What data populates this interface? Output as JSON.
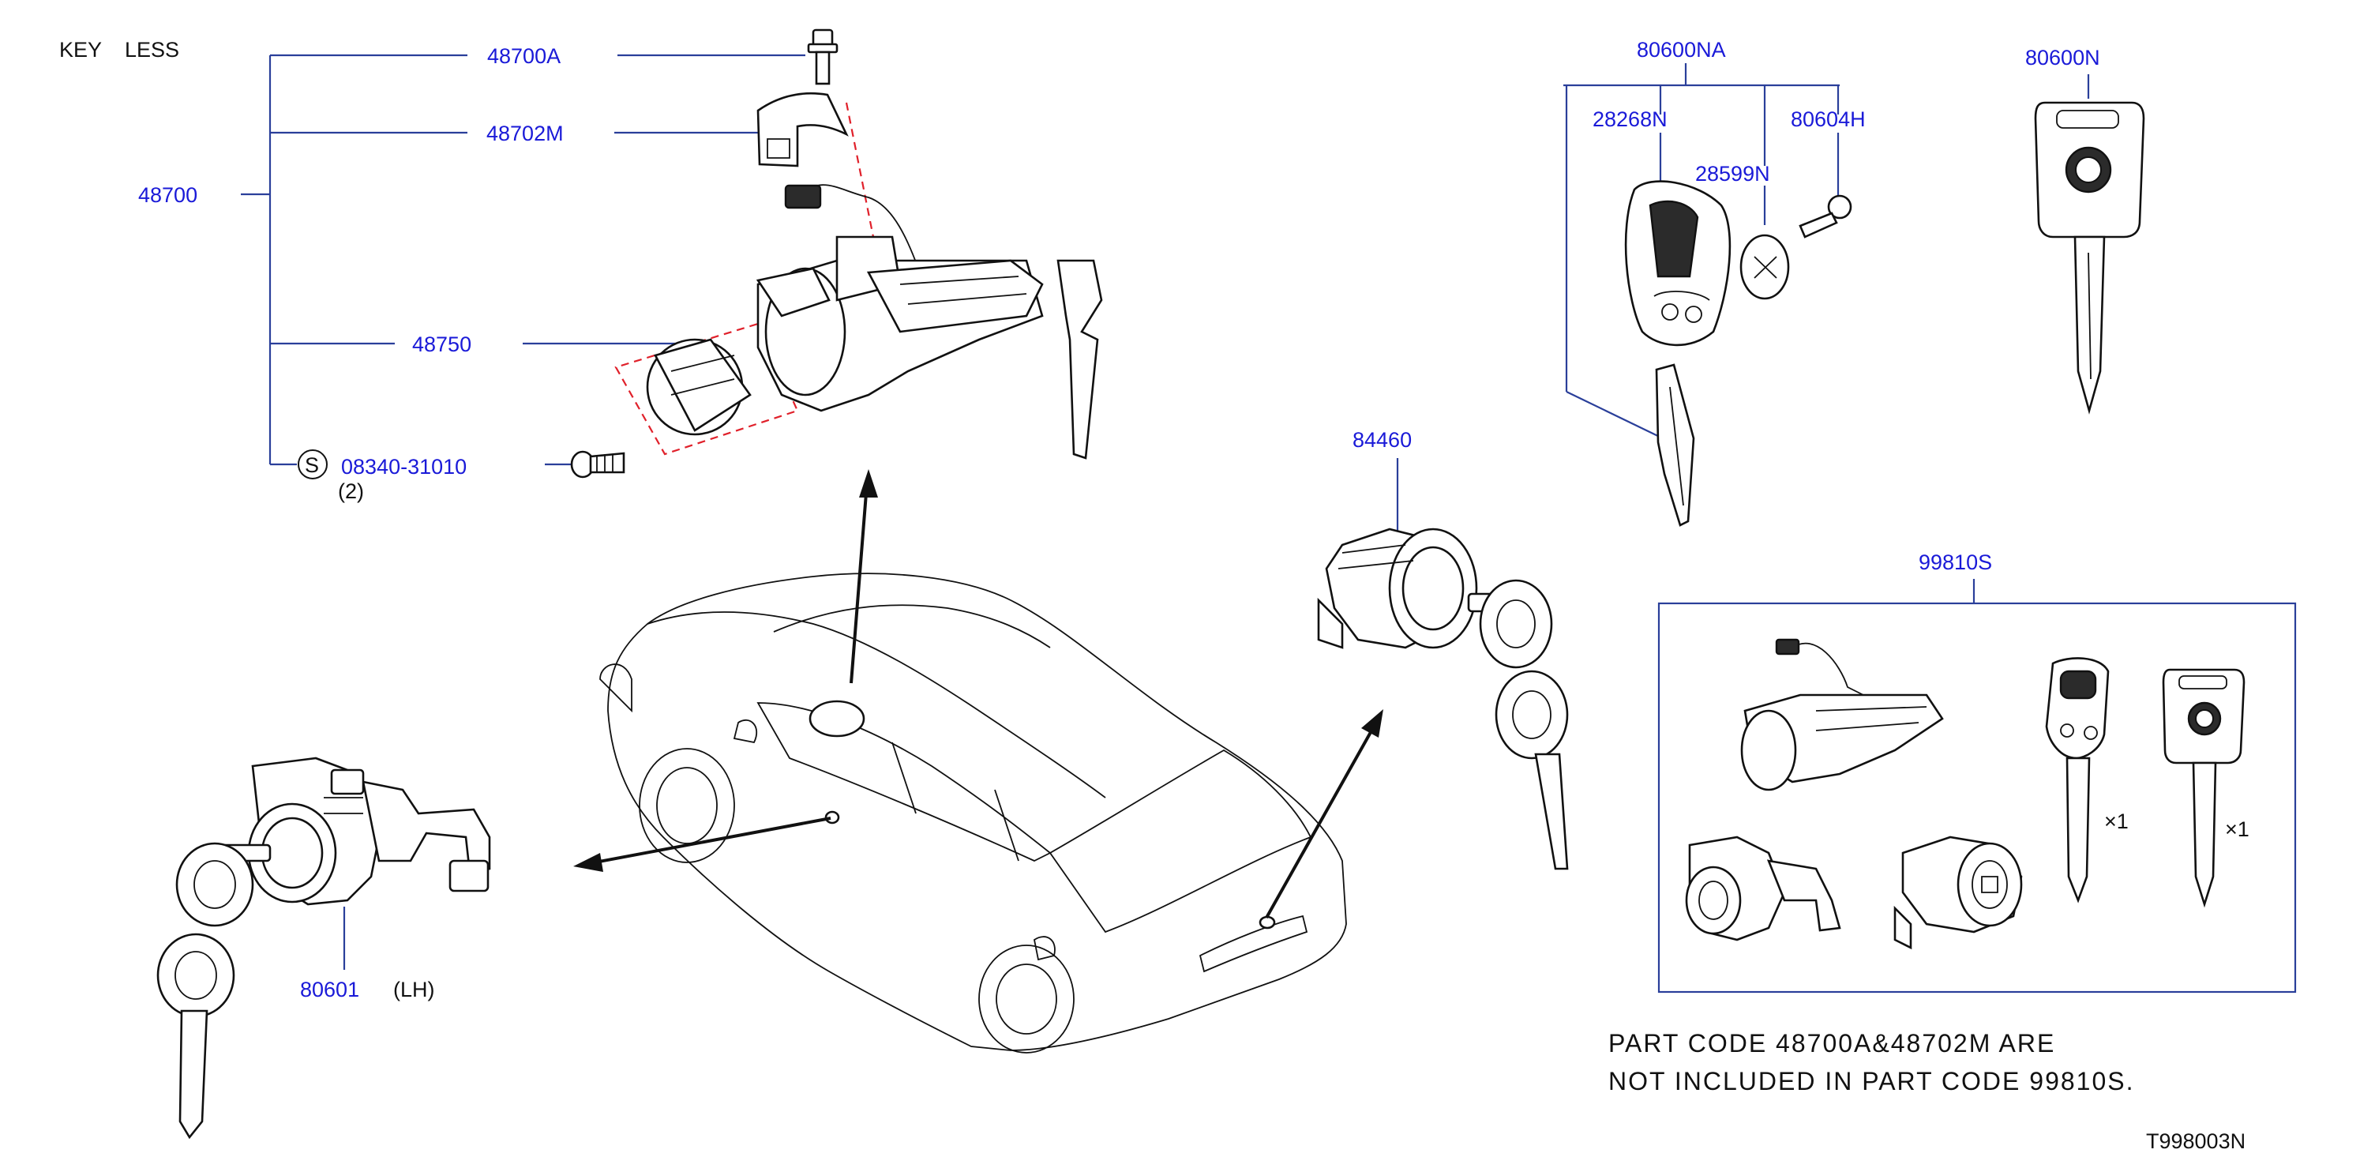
{
  "header": {
    "key_label": "KEY",
    "less_label": "LESS"
  },
  "parts": {
    "p48700": "48700",
    "p48700A": "48700A",
    "p48702M": "48702M",
    "p48750": "48750",
    "p08340": "08340-31010",
    "symbol_s": "S",
    "qty_2": "(2)",
    "p80601": "80601",
    "lh": "(LH)",
    "p84460": "84460",
    "p80600NA": "80600NA",
    "p28268N": "28268N",
    "p28599N": "28599N",
    "p80604H": "80604H",
    "p80600N": "80600N",
    "p99810S": "99810S",
    "x1_a": "×1",
    "x1_b": "×1"
  },
  "note": {
    "line1": "PART  CODE  48700A&48702M  ARE",
    "line2": "NOT  INCLUDED  IN  PART  CODE  99810S."
  },
  "diagram_code": "T998003N",
  "colors": {
    "part_number": "#1a1ad8",
    "leader_line": "#2a3f9a",
    "phantom_line": "#e0202a",
    "ink": "#111111"
  }
}
